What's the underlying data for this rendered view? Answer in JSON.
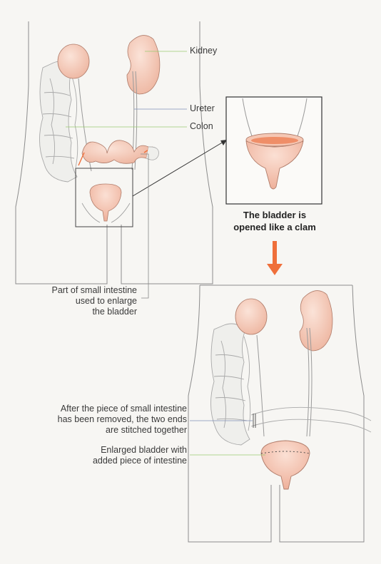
{
  "labels": {
    "kidney": "Kidney",
    "ureter": "Ureter",
    "colon": "Colon",
    "small_intestine": [
      "Part of small intestine",
      "used to enlarge",
      "the bladder"
    ],
    "caption": [
      "The bladder is",
      "opened like a clam"
    ],
    "stitched": [
      "After the piece of small intestine",
      "has been removed, the two ends",
      "are stitched together"
    ],
    "enlarged": [
      "Enlarged bladder with",
      "added piece of intestine"
    ]
  },
  "colors": {
    "organ_fill": "#f6cfc0",
    "organ_shade": "#eeb39e",
    "arrow": "#ef6f3a",
    "outline": "#8a8a8a",
    "intestine": "#c9c9c9"
  }
}
